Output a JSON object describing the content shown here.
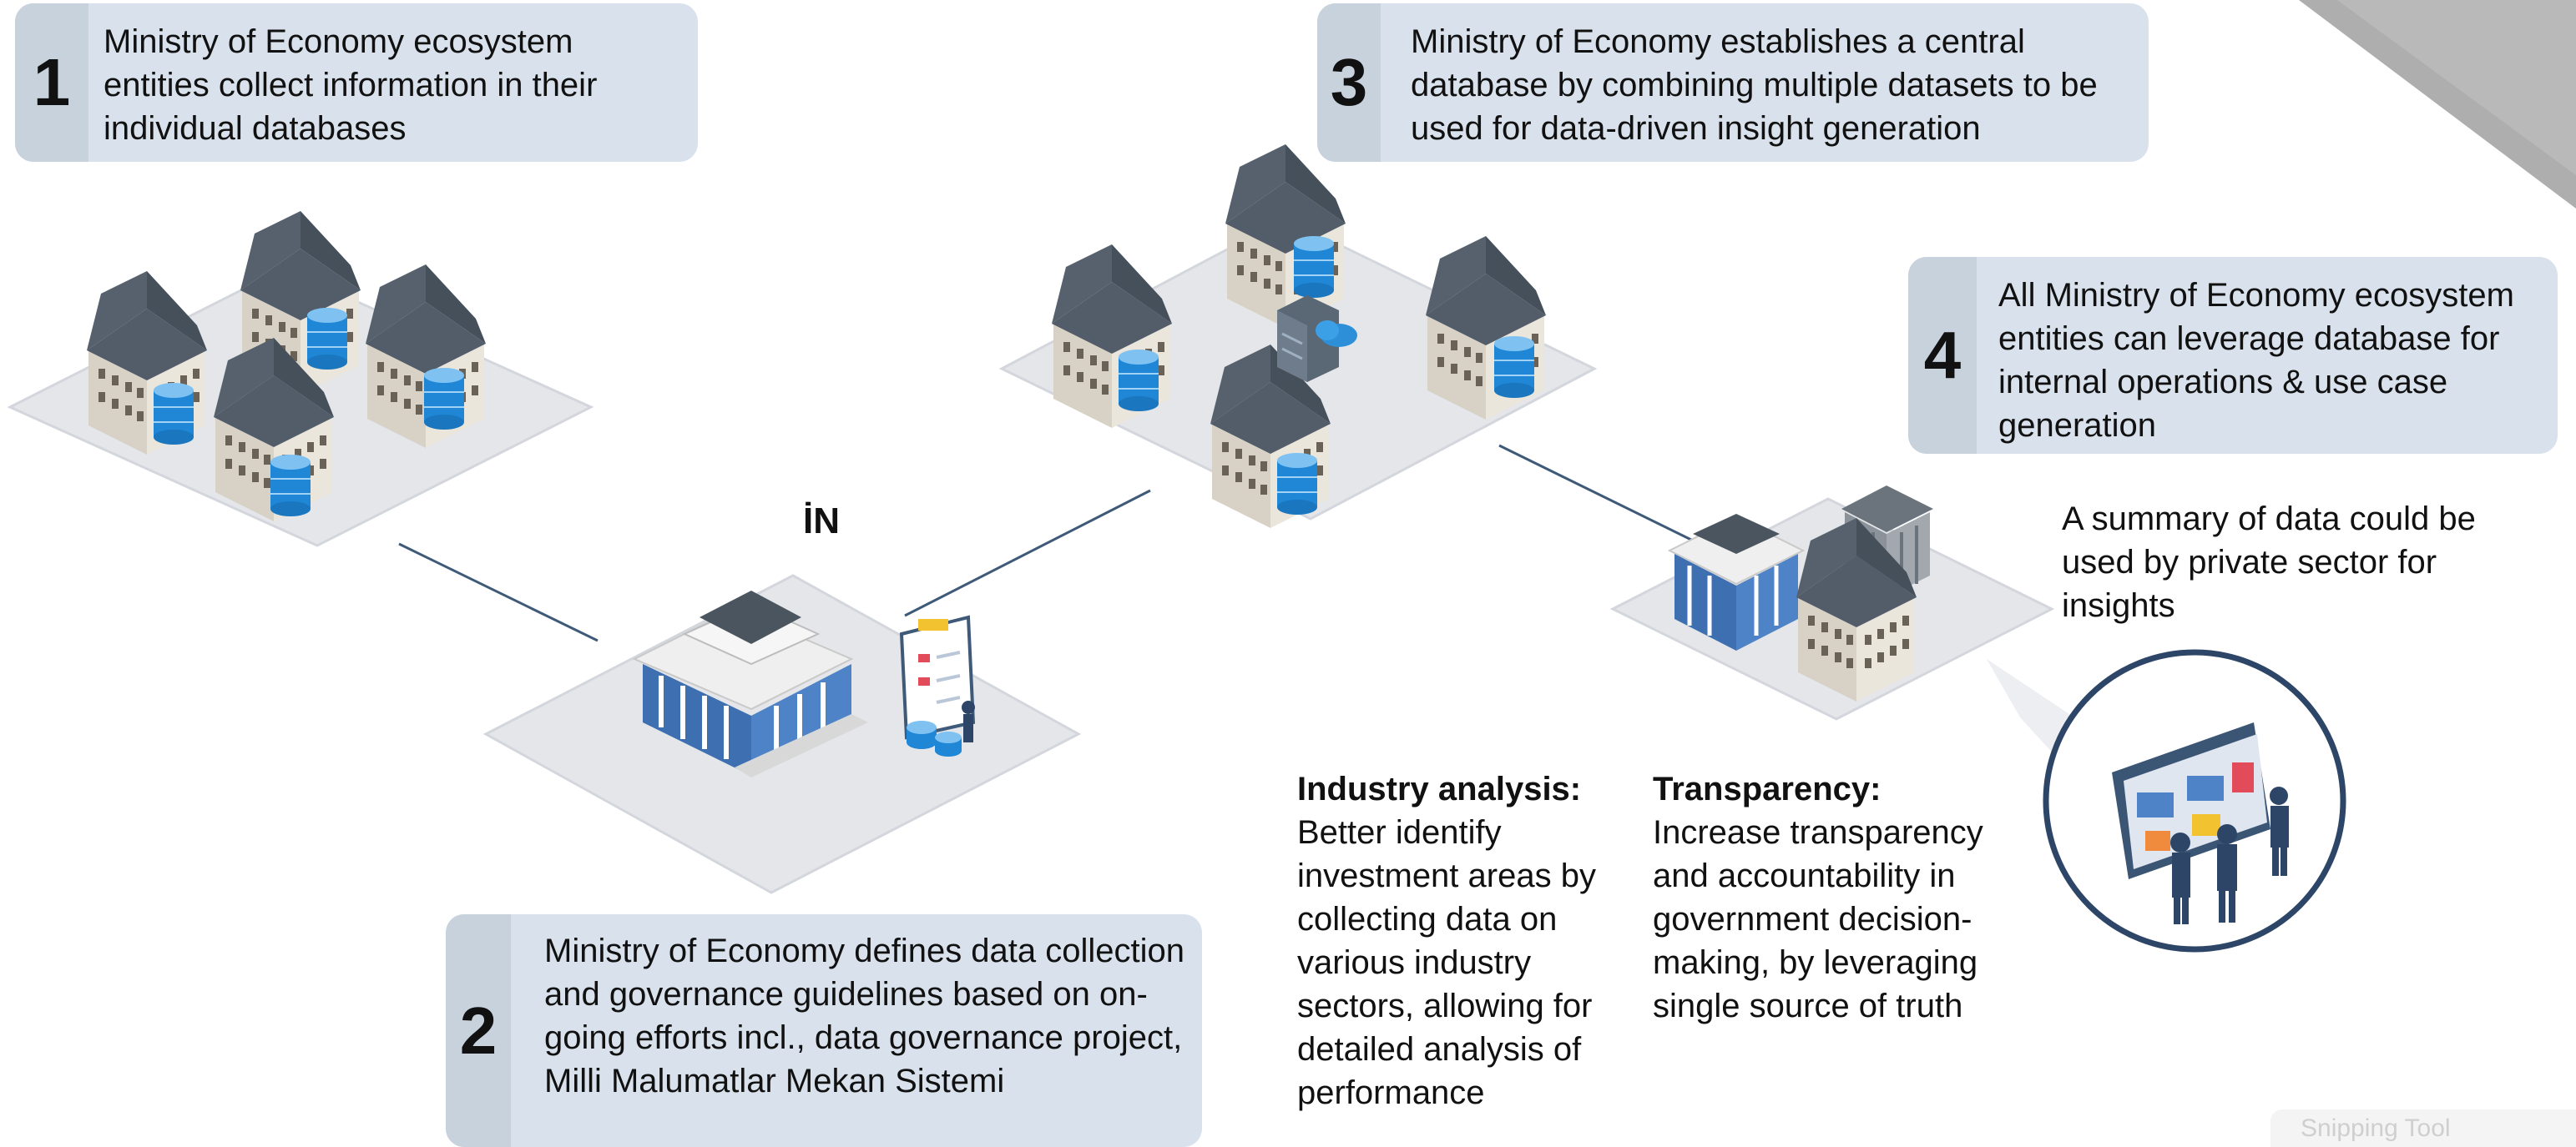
{
  "steps": [
    {
      "number": "1",
      "text": "Ministry of Economy ecosystem entities collect information in their individual databases"
    },
    {
      "number": "2",
      "text": "Ministry of Economy defines data collection and governance guidelines based on on-going efforts incl., data governance project, Milli Malumatlar Mekan Sistemi"
    },
    {
      "number": "3",
      "text": "Ministry of Economy establishes a central database by combining multiple datasets to be used for data-driven insight generation"
    },
    {
      "number": "4",
      "text": "All Ministry of Economy ecosystem entities can leverage database for internal operations & use case generation"
    }
  ],
  "ministry_logo_text": "İN",
  "private_sector_note": "A summary of data could be used by private sector for insights",
  "benefits": [
    {
      "title": "Industry analysis:",
      "body": "Better identify investment areas by collecting data on various industry sectors, allowing for detailed analysis of performance"
    },
    {
      "title": "Transparency:",
      "body": "Increase transparency and accountability in government decision-making, by leveraging single source of truth"
    }
  ],
  "overlay_text": "Snipping Tool",
  "colors": {
    "card_bg": "#d9e2ec",
    "number_bg": "#c8d2dd",
    "platform": "#e4e6ea",
    "roof": "#4f5b66",
    "database": "#1f87d6",
    "connector": "#3e5a78",
    "circle_border": "#2d4667"
  }
}
